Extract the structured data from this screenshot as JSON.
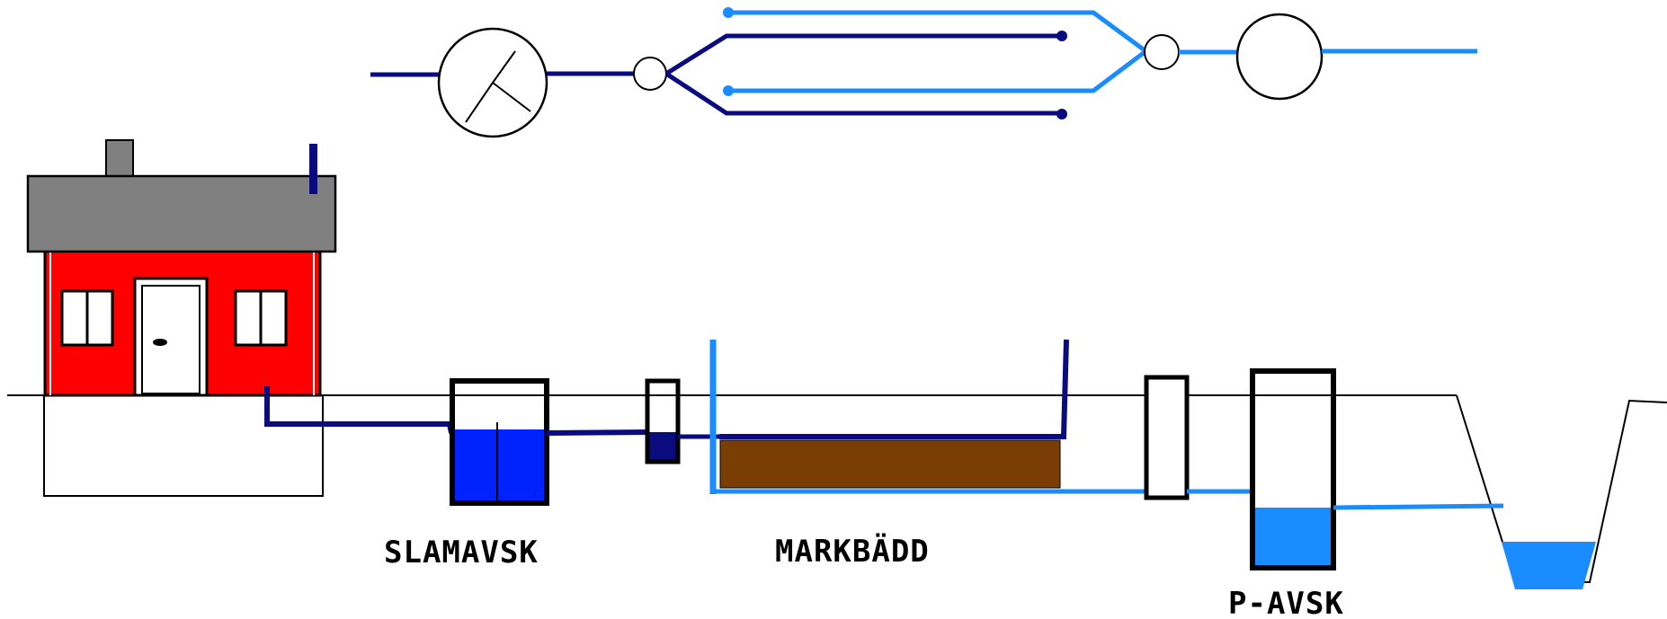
{
  "labels": {
    "septic_tank": "SLAMAVSK",
    "soil_bed": "MARKBÄDD",
    "phosphorus_trap": "P-AVSK"
  },
  "colors": {
    "wastewater": "#0b0b80",
    "treated_water": "#1a8cff",
    "house_wall": "#ff0000",
    "roof": "#808080",
    "septic_water": "#0022ff",
    "soil": "#7a3e05",
    "ground_line": "#000000"
  }
}
